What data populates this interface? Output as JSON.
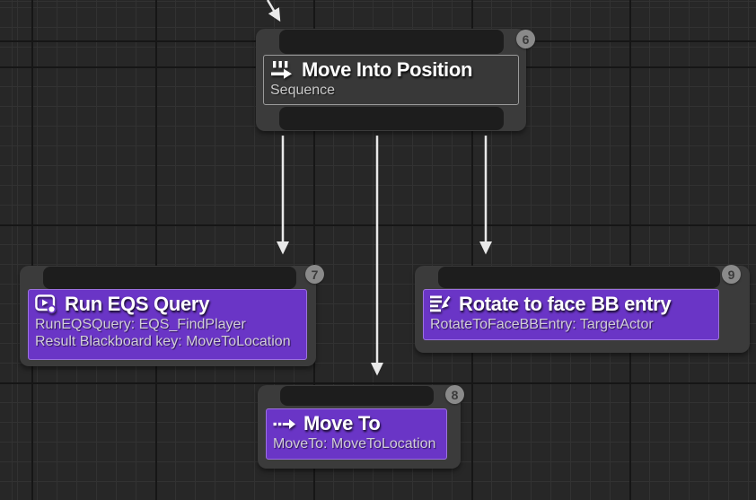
{
  "editor": {
    "type_label": "Behavior Tree graph",
    "colors": {
      "canvas_background": "#272727",
      "grid_minor": "#323232",
      "grid_major": "#161616",
      "node_shell": "#3b3b3b",
      "pin_bar": "#1d1d1d",
      "composite_fill": "#383838",
      "composite_border": "#9a9a9a",
      "task_fill": "#6a35c6",
      "task_border": "#9d71e0",
      "arrow": "#e9e9e9",
      "badge_background": "#8a8a8a",
      "badge_text": "#3b3b3b",
      "title_text": "#ffffff",
      "detail_text": "#d2cdd9"
    }
  },
  "nodes": {
    "move_into_position": {
      "badge": "6",
      "title": "Move Into Position",
      "subtitle": "Sequence",
      "icon": "sequence-icon"
    },
    "run_eqs_query": {
      "badge": "7",
      "title": "Run EQS Query",
      "detail1": "RunEQSQuery: EQS_FindPlayer",
      "detail2": "Result Blackboard key: MoveToLocation",
      "icon": "eqs-query-icon"
    },
    "move_to": {
      "badge": "8",
      "title": "Move To",
      "detail1": "MoveTo: MoveToLocation",
      "icon": "move-to-icon"
    },
    "rotate_to_face_bb_entry": {
      "badge": "9",
      "title": "Rotate to face BB entry",
      "detail1": "RotateToFaceBBEntry: TargetActor",
      "icon": "rotate-icon"
    }
  }
}
